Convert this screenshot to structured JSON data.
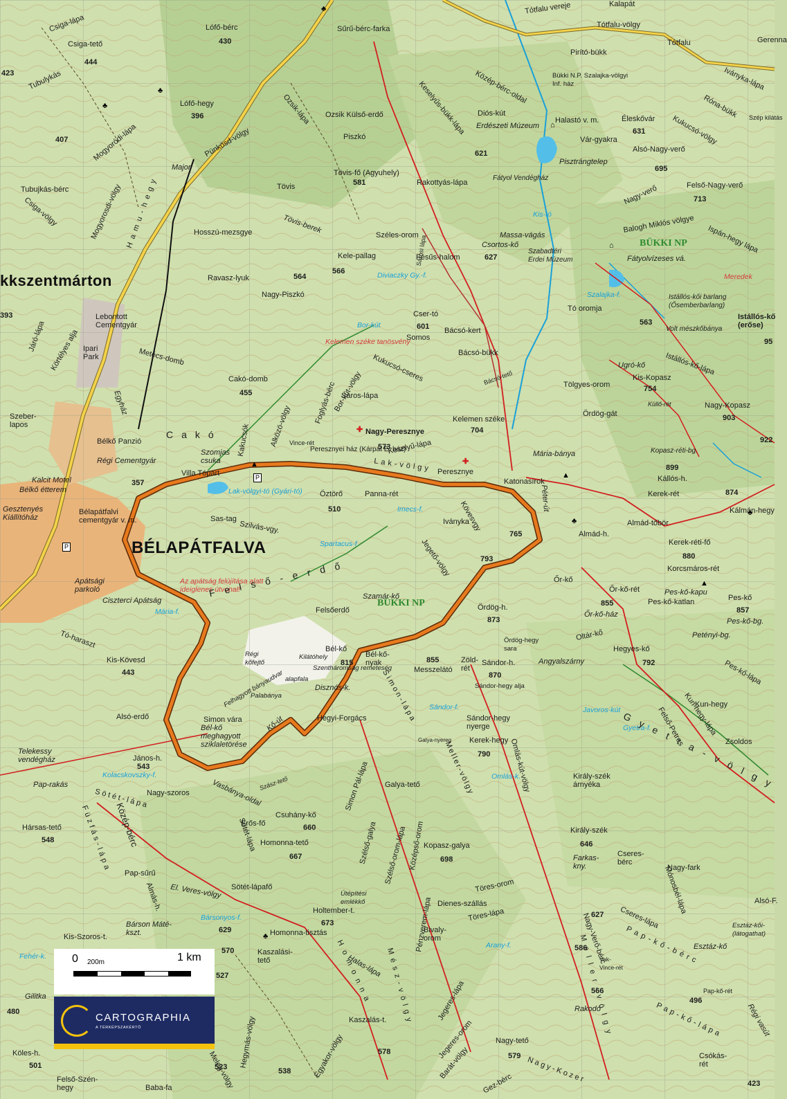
{
  "map": {
    "town": "BÉLAPÁTFALVA",
    "town_partial": "kkszentmárton",
    "national_park_labels": [
      "BÜKKI NP",
      "BÜKKI NP"
    ],
    "places": [
      "Csiga-lápa",
      "Csiga-tető",
      "Lófő-bérc",
      "Sűrű-bérc-farka",
      "Tótfalu vereje",
      "Tótfalu-völgy",
      "Kalapát",
      "Gerenna",
      "Pirító-bükk",
      "Tótfalu",
      "Tubulykás",
      "Lófő-hegy",
      "Mogyoródi-lápa",
      "Ozsik-lápa",
      "Ozsik Külső-erdő",
      "Piszkó",
      "Keselyűs-bükk-lápa",
      "Közép-bérc-oldal",
      "Bükki N.P. Szalajka-völgyi Inf. ház",
      "Iványka-lápa",
      "Róna-bükk",
      "Szép kilátás",
      "Diós-kút",
      "Erdészeti Múzeum",
      "Halastó v. m.",
      "Éleskővár",
      "Kukucsó-völgy",
      "Pünkösd-völgy",
      "Major",
      "Tövis-fő (Agyuhely)",
      "Rakottyás-lápa",
      "Fátyol Vendégház",
      "Vár-gyakra",
      "Pisztrángtelep",
      "Alsó-Nagy-verő",
      "Felső-Nagy-verő",
      "Nagy-verő",
      "Tubujkás-bérc",
      "Csiga-völgy",
      "Mogyorosdi-völgy",
      "Hamu-hegy",
      "Tövis",
      "Hosszú-mezsgye",
      "Tövis-berek",
      "Széles-orom",
      "Kele-pallag",
      "Fésűs-halom",
      "Massa-vágás",
      "Csortos-kő",
      "Szabadtéri Erdei Múzeum",
      "Kis-tó",
      "Balogh Miklós völgye",
      "Ispán-hegy lápa",
      "Fátyolvízeses vá.",
      "Ravasz-lyuk",
      "Nagy-Piszkó",
      "Diviaczky Gy.-f.",
      "Sárosi lápa",
      "Meredek",
      "Cser-tó",
      "Somos",
      "Bácsó-kert",
      "Bácsó-bükk",
      "Tó oromja",
      "Szalajka-f.",
      "Istállós-kői barlang (Ősemberbarlang)",
      "Istállós-kő (erőse)",
      "Volt mészkőbánya",
      "Lebontott Cementgyár",
      "Járó-lápa",
      "Körtélyes alja",
      "Ipari Park",
      "Metécs-domb",
      "Bor-kút",
      "Kelemen széke tanösvény",
      "Kukucsó-cseres",
      "Bácsó-tető",
      "Tölgyes-orom",
      "Ugró-kő",
      "Kis-Kopasz",
      "Istállós-kő-lápa",
      "Nagy-Kopasz",
      "Küllő-rét",
      "Cakó-domb",
      "Alközö-völgy",
      "Foglyás-bérc",
      "Bor-kút-völgy",
      "Saros-lápa",
      "Egyház",
      "Kelemen széke",
      "Ördög-gát",
      "Cakó",
      "Szeber-lapos",
      "Kakucsók",
      "Nagy-Peresznye",
      "Vince-rét",
      "Peresznyei ház (Kárpát E. ház)",
      "Mária-bánya",
      "Kopasz-réti-bg.",
      "Kállós-h.",
      "Kálmán-hegy",
      "Bélkő Panzió",
      "Régi Cementgyár",
      "Szomjas csuka",
      "Villa Tópart",
      "Lak-völgyi-tó (Gyári-tó)",
      "Lak-völgy",
      "Peresznye",
      "Katonasírok",
      "Kalcit Motel",
      "Bélkő étterem",
      "Öztörő",
      "Panna-rét",
      "Imecs-f.",
      "Iványka",
      "Kerek-rét",
      "Almád-tőbör",
      "Almád-h.",
      "Kerek-réti-fő",
      "Gesztenyés Kiállítóház",
      "Bélapátfalvi cementgyár v. m.",
      "Sas-tag",
      "Szilvás-vgy.",
      "Spartacus-f.",
      "Jegető-völgy",
      "Kövesvgy",
      "Péter-út",
      "Korcsmáros-rét",
      "Őr-kő",
      "Őr-kő-rét",
      "Pes-kő-kapu",
      "Pes-kő",
      "Pes-kő-katlan",
      "Őr-kő-ház",
      "Pes-kő-bg.",
      "Apátsági parkoló",
      "Az apátság felújítása alatt ideiglenes útvonal!",
      "Ciszterci Apátság",
      "Mária-f.",
      "Felső-erdő",
      "Szamár-kő",
      "Felsőerdő",
      "Ördög-h.",
      "Ördög-hegy sara",
      "Oltár-kő",
      "Petényi-bg.",
      "Tó-haraszt",
      "Kis-Kövesd",
      "Bél-kő",
      "Bél-kő-nyak",
      "Régi kőfejtő",
      "Kilátóhely",
      "Szentháromság remeteség",
      "Felhagyott bányaudvar",
      "alapfala",
      "Palabánya",
      "Zöld-rét",
      "Messzelátó",
      "Sándor-h.",
      "Angyalszárny",
      "Hegyes-kő",
      "Pes-kő-lápa",
      "Sándor-hegy alja",
      "Disznós-k.",
      "Alsó-erdő",
      "Simon vára",
      "Kő-út",
      "Hegyi-Forgács",
      "Simon-lápa",
      "Sándor-f.",
      "Sándor-hegy nyerge",
      "Galya-nyereg",
      "Kerek-hegy",
      "Javoros-kút",
      "Gyetra-f.",
      "Gyetra-völgy",
      "Kun-hegy",
      "Kun-hegy-lápa",
      "Felső-Petres",
      "Zsoldos",
      "Telekessy vendégház",
      "Bél-kő meghagyott sziklaletörése",
      "János-h.",
      "Kolacskovszky-f.",
      "Omlás-kút-völgy",
      "Omlás-k.",
      "Király-szék árnyéka",
      "Pap-rakás",
      "Sötét-lápa",
      "Nagy-szoros",
      "Vasbánya-oldal",
      "Szász-tető",
      "Simon Pál-lápa",
      "Galya-tető",
      "Meller-völgy",
      "Hársas-tető",
      "Füzfás-lápa",
      "Közép-bérc",
      "Sötét-lápa",
      "Erős-fő",
      "Csuhány-kő",
      "Homonna-tető",
      "Szélső-galya",
      "Szélső-orom-lápa",
      "Középső-orom",
      "Kopasz-galya",
      "Király-szék",
      "Farkas-kny.",
      "Cseres-bérc",
      "Nagy-fark",
      "Mónosbél-lápa",
      "Pap-sűrű",
      "Almás-h.",
      "El. Veres-völgy",
      "Sötét-lápafő",
      "Útépítési emlékkő",
      "Pénzverem-lápa",
      "Töres-orom",
      "Dienes-szállás",
      "Töres-lápa",
      "Bárson Máté-kszt.",
      "Bársonyos-f.",
      "Holtember-t.",
      "Homonna-tisztás",
      "Bivaly-orom",
      "Arany-f.",
      "Meller-völgy",
      "Cseres-lápa",
      "Pap-kő-bérc",
      "Esztáz-kő",
      "Esztáz-kői-(látogathat)",
      "Alsó-F.",
      "Kis-Szoros-t.",
      "Fehér-k.",
      "Kaszalási-tető",
      "Halas-lápa",
      "Homonna",
      "Mész-völgy",
      "Nagy-Verő-bérc",
      "Vak-Vince-rét",
      "Pap-kő-rét",
      "Gilitka",
      "Jegeres-lápa",
      "Jegeres-orom",
      "Rakodó",
      "Pap-kő-lápa",
      "Régi vasút",
      "Köles-h.",
      "Baba-fa",
      "Hegymás-völgy",
      "Meleg-völgy",
      "Egyakor-völgy",
      "Kaszalás-t.",
      "Barát-völgy",
      "Nagy-tető",
      "Gez-bérc",
      "Nagy-Kozer",
      "Csókás-rét",
      "Felső-Szén-hegy",
      "Keselyű-lápa"
    ],
    "elevations": [
      "444",
      "423",
      "430",
      "407",
      "396",
      "581",
      "621",
      "695",
      "713",
      "566",
      "564",
      "601",
      "627",
      "631",
      "563",
      "455",
      "573",
      "704",
      "754",
      "903",
      "922",
      "899",
      "874",
      "357",
      "510",
      "765",
      "793",
      "880",
      "855",
      "857",
      "873",
      "815",
      "855",
      "870",
      "792",
      "443",
      "543",
      "790",
      "548",
      "660",
      "667",
      "698",
      "646",
      "673",
      "629",
      "627",
      "586",
      "566",
      "496",
      "570",
      "527",
      "480",
      "501",
      "523",
      "538",
      "578",
      "579",
      "423",
      "393",
      "95"
    ],
    "scale": {
      "zero": "0",
      "mid": "200m",
      "end": "1 km"
    },
    "logo": {
      "name": "CARTOGRAPHIA",
      "tagline": "A TÉRKÉPSZAKÉRTŐ"
    },
    "colors": {
      "terrain": "#cbdcab",
      "forest_green": "#a9c98a",
      "contour": "#b98a55",
      "road_yellow": "#f3d24a",
      "trail_red": "#d21f1f",
      "highlight_route": "#cc5a12",
      "water": "#1aa0d8",
      "town": "#e8a565"
    }
  }
}
